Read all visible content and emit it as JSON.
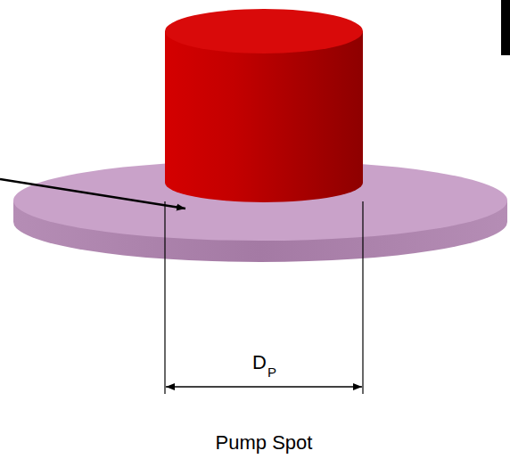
{
  "diagram": {
    "labels": [
      "D",
      "P",
      "Pump Spot"
    ]
  }
}
